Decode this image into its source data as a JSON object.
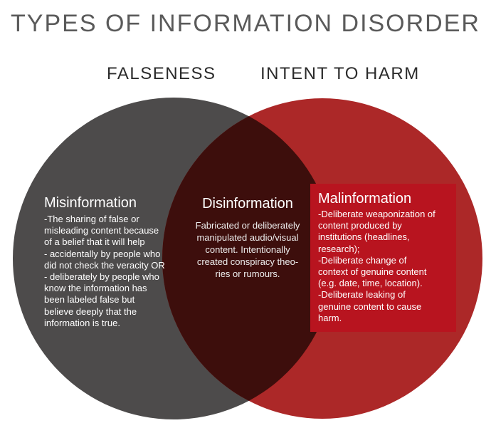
{
  "title": "TYPES OF INFORMATION DISORDER",
  "set_labels": {
    "falseness": "FALSENESS",
    "intent_to_harm": "INTENT TO HARM"
  },
  "colors": {
    "falseness_circle": "#4d4b4b",
    "harm_circle": "#ac2828",
    "overlap": "#3d0e0c",
    "malinformation_box": "#b8141f"
  },
  "regions": {
    "misinformation": {
      "heading": "Misinformation",
      "body": "-The sharing of false or\nmisleading content because\nof a belief that it will help\n- accidentally by people who\ndid not check the veracity OR\n- deliberately by people who\nknow the information has\nbeen labeled false but\nbelieve deeply that the\ninformation is true."
    },
    "disinformation": {
      "heading": "Disinformation",
      "body": "Fabricated or deliberately\nmanipulated audio/visual\ncontent. Intentionally\ncreated conspiracy theo-\nries or rumours."
    },
    "malinformation": {
      "heading": "Malinformation",
      "body": "-Deliberate weaponization of\ncontent produced by\ninstitutions (headlines,\nresearch);\n-Deliberate change of\ncontext of genuine content\n(e.g. date, time, location).\n-Deliberate leaking of\ngenuine content to cause\nharm."
    }
  }
}
